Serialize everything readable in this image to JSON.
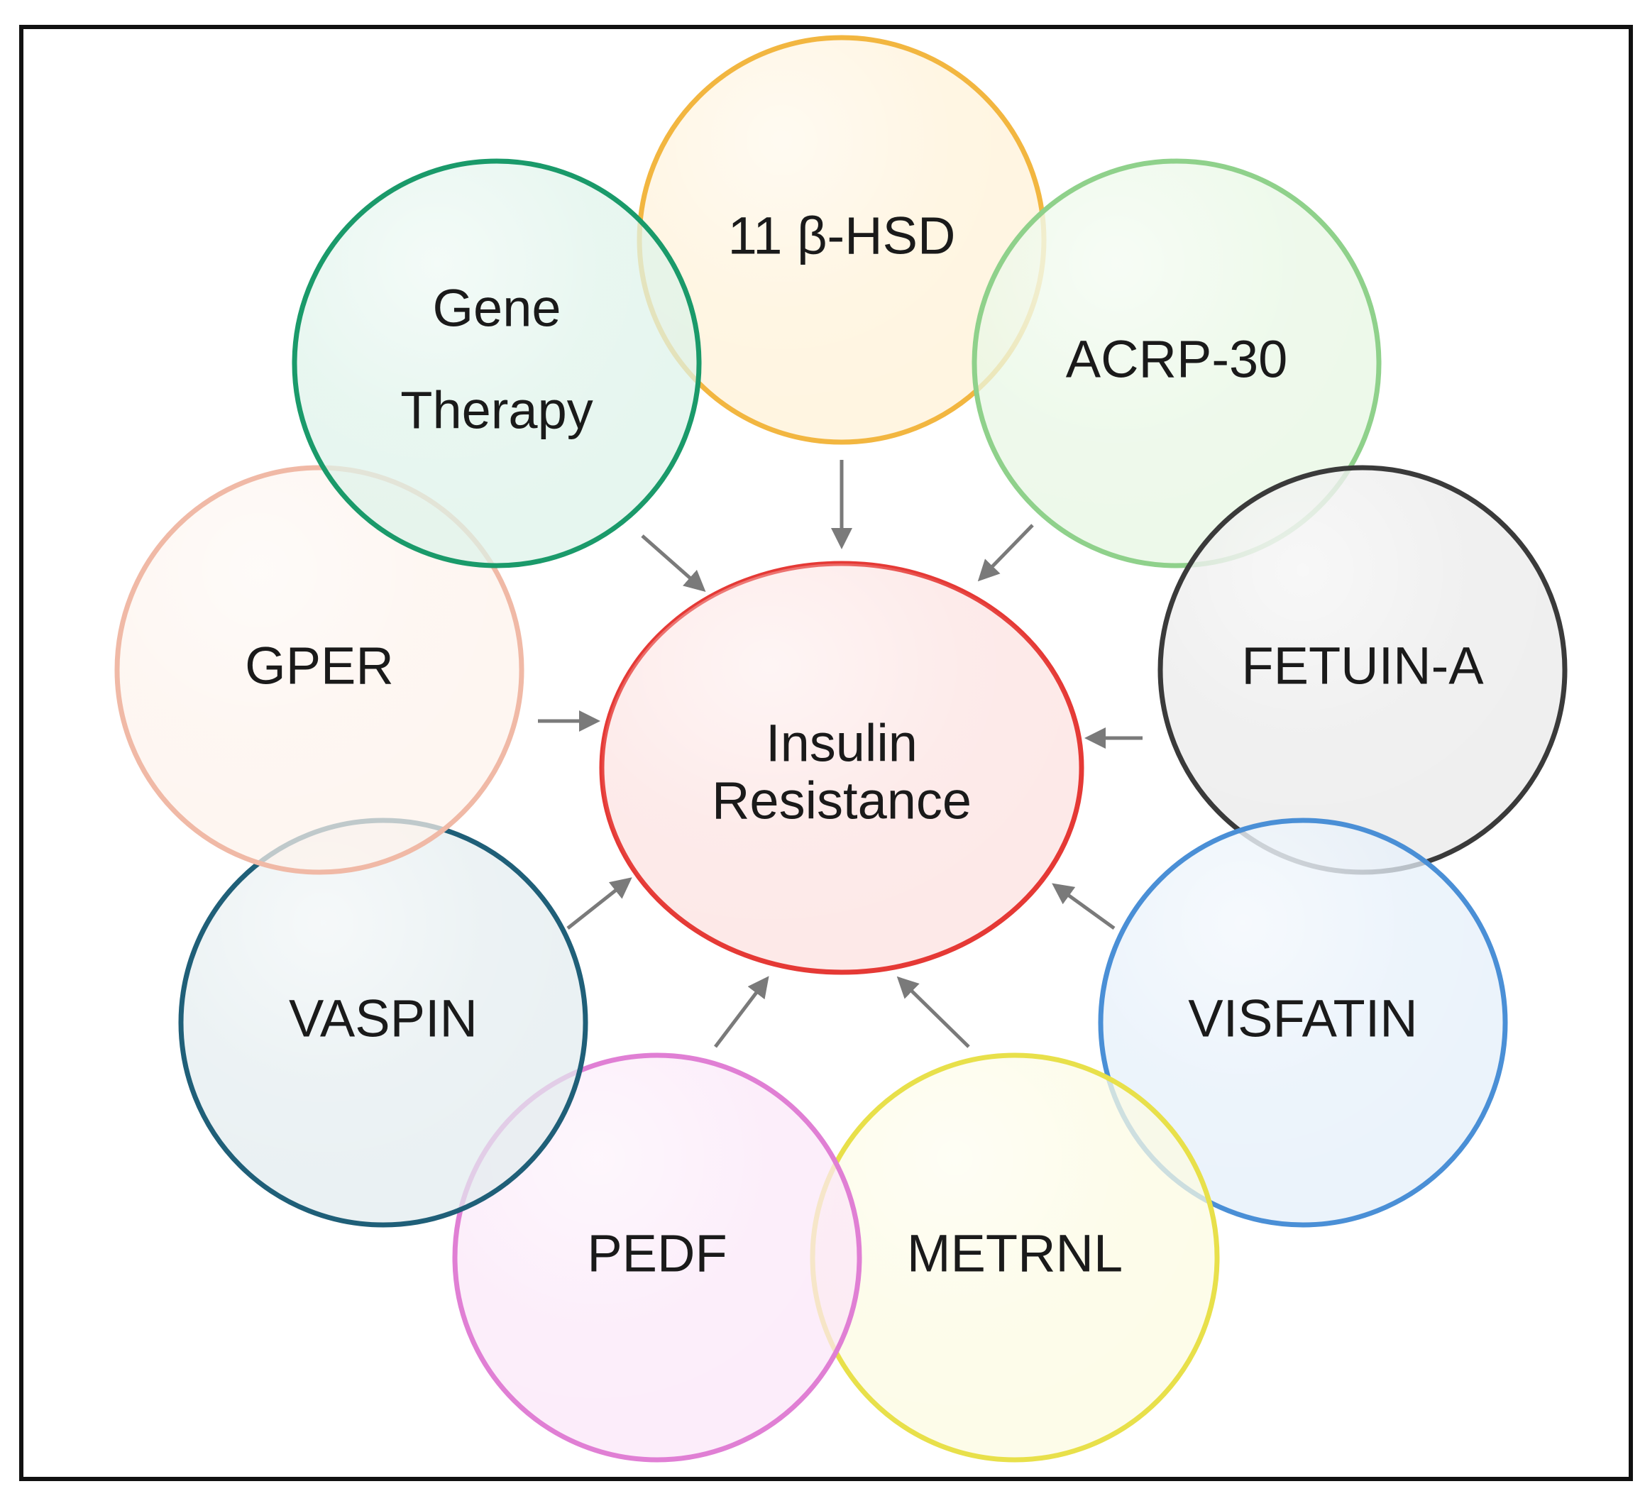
{
  "center": {
    "lines": [
      "Insulin",
      "Resistance"
    ],
    "color": "#e53935",
    "fill": "#fde7e6"
  },
  "nodes": [
    {
      "key": "11bhsd",
      "lines": [
        "11 β-HSD"
      ],
      "color": "#f2b640",
      "fill": "#fff1d6"
    },
    {
      "key": "acrp30",
      "lines": [
        "ACRP-30"
      ],
      "color": "#8fd18b",
      "fill": "#e6f6e2"
    },
    {
      "key": "fetuina",
      "lines": [
        "FETUIN-A"
      ],
      "color": "#3a3a3a",
      "fill": "#e9e9e9"
    },
    {
      "key": "visfatin",
      "lines": [
        "VISFATIN"
      ],
      "color": "#4a8fd6",
      "fill": "#e3eefa"
    },
    {
      "key": "metrnl",
      "lines": [
        "METRNL"
      ],
      "color": "#e8e04a",
      "fill": "#fcfbe0"
    },
    {
      "key": "pedf",
      "lines": [
        "PEDF"
      ],
      "color": "#e07fd4",
      "fill": "#fbe6f8"
    },
    {
      "key": "vaspin",
      "lines": [
        "VASPIN"
      ],
      "color": "#1f5f78",
      "fill": "#e2ebef"
    },
    {
      "key": "gper",
      "lines": [
        "GPER"
      ],
      "color": "#f0b9a6",
      "fill": "#fef2ec"
    },
    {
      "key": "gene",
      "lines": [
        "Gene",
        "Therapy"
      ],
      "color": "#1a9a6a",
      "fill": "#dcf2e9"
    }
  ],
  "arrow_color": "#7a7a7a",
  "frame_color": "#111111"
}
